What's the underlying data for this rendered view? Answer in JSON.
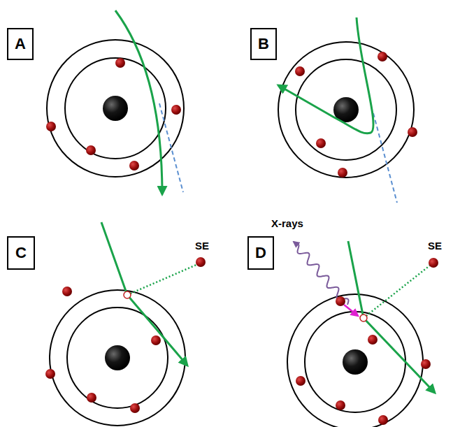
{
  "diagram": {
    "nodes": [
      {
        "text": [
          "A"
        ]
      },
      {
        "text": [
          "B"
        ]
      },
      {
        "text": [
          "C"
        ]
      },
      {
        "text": [
          "D"
        ]
      }
    ],
    "labels": [
      "SE",
      "X-rays",
      "SE"
    ]
  }
}
